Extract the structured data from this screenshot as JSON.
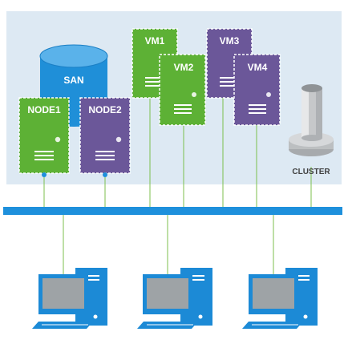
{
  "san": {
    "label": "SAN"
  },
  "nodes": [
    {
      "label": "NODE1",
      "color": "#5db135"
    },
    {
      "label": "NODE2",
      "color": "#6b5799"
    }
  ],
  "vms": [
    {
      "label": "VM1",
      "color": "#5db135"
    },
    {
      "label": "VM2",
      "color": "#5db135"
    },
    {
      "label": "VM3",
      "color": "#6b5799"
    },
    {
      "label": "VM4",
      "color": "#6b5799"
    }
  ],
  "cluster": {
    "label": "CLUSTER"
  },
  "workstations_count_label": "",
  "colors": {
    "zone_bg": "#dde9f3",
    "san_blue": "#1f8fd8",
    "network_bus": "#1e90dc",
    "monitor_frame": "#1c8ad6",
    "monitor_screen": "#9ea3a6",
    "connector_line": "#7cbf4c"
  }
}
